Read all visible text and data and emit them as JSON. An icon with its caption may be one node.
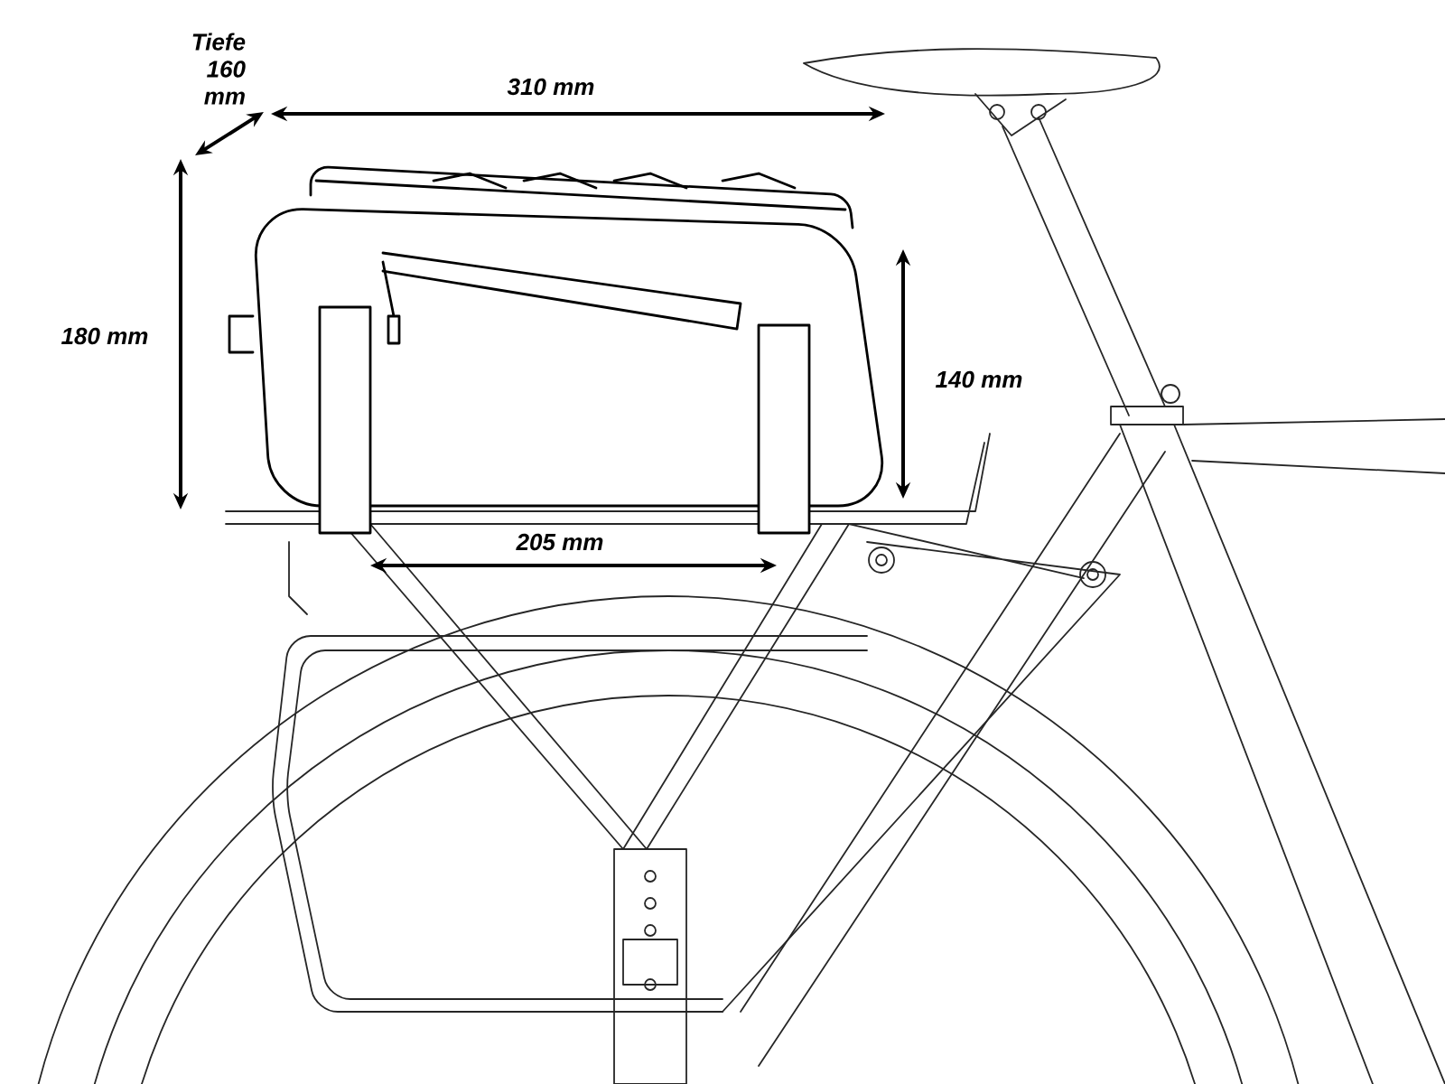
{
  "diagram": {
    "labels": [
      "Tiefe 160 mm",
      "310 mm",
      "180 mm",
      "140 mm",
      "205 mm"
    ]
  }
}
